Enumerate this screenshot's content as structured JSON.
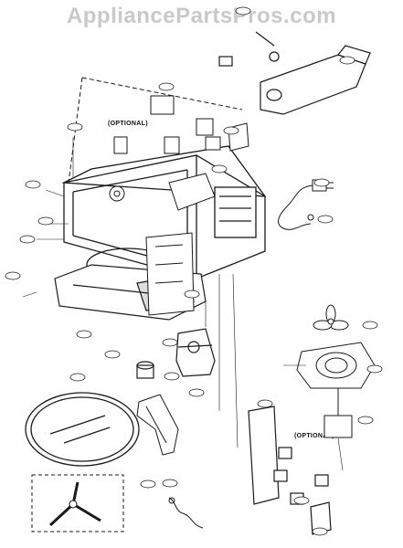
{
  "watermark": "AppliancePartsPros.com",
  "labels": {
    "optional_top": "(OPTIONAL)",
    "optional_right": "(OPTIONAL)"
  },
  "colors": {
    "line": "#1a1a1a",
    "watermark": "#c9c9c9"
  }
}
